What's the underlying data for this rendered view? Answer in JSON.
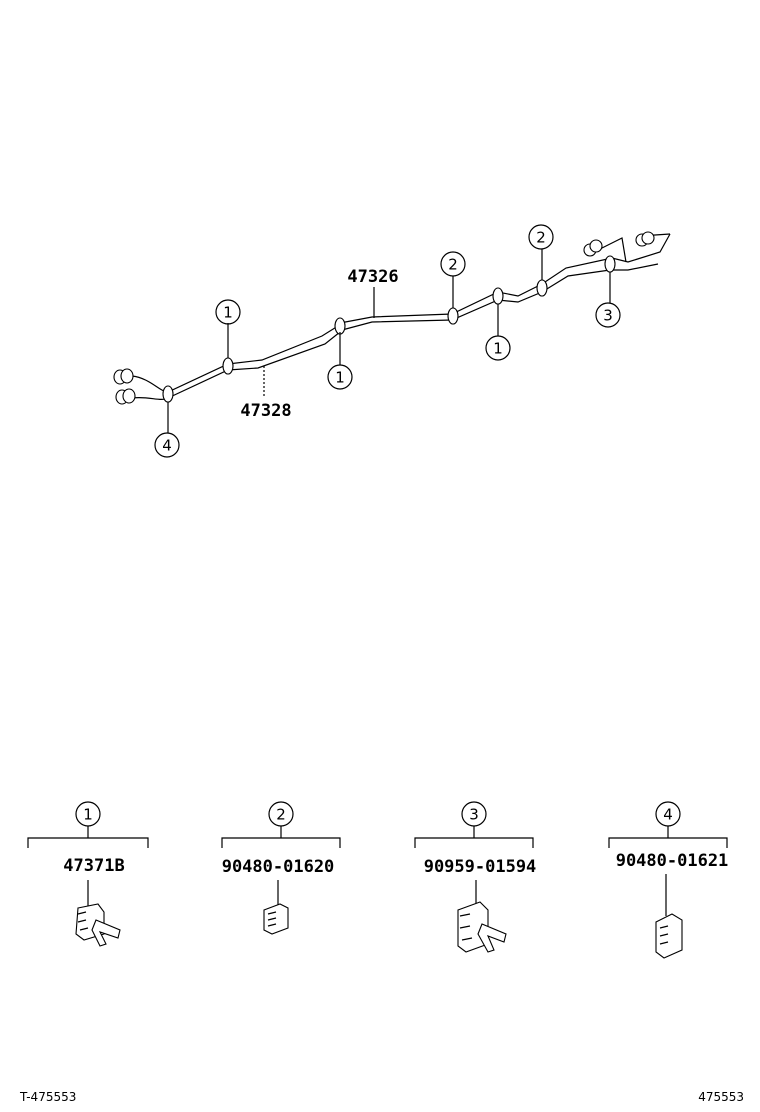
{
  "callouts": {
    "c1": "1",
    "c2": "2",
    "c3": "3",
    "c4": "4"
  },
  "pipes": {
    "upper": "47326",
    "lower": "47328"
  },
  "legend": [
    {
      "ref": "1",
      "part": "47371B"
    },
    {
      "ref": "2",
      "part": "90480-01620"
    },
    {
      "ref": "3",
      "part": "90959-01594"
    },
    {
      "ref": "4",
      "part": "90480-01621"
    }
  ],
  "footer": {
    "left": "T-475553",
    "right": "475553"
  }
}
